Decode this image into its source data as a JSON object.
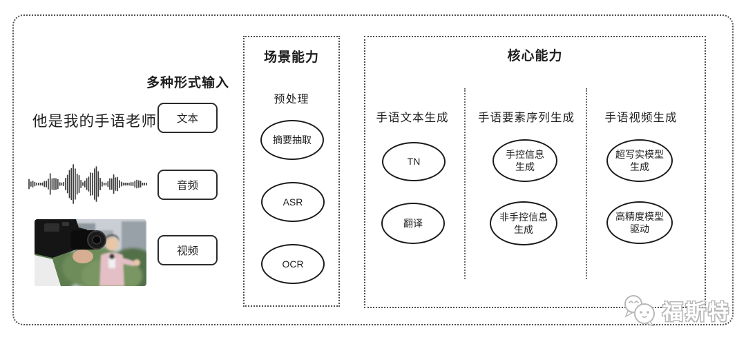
{
  "colors": {
    "ink": "#1f1f1f",
    "dotted_border": "#4f4f4f",
    "watermark_gray": "#b8b8b8",
    "photo_jacket_pink": "#e5bfc6",
    "photo_greenery": "#6d8c5a"
  },
  "input_section": {
    "header": "多种形式输入",
    "sentence": "他是我的手语老师",
    "items": [
      {
        "label": "文本"
      },
      {
        "label": "音频"
      },
      {
        "label": "视频"
      }
    ],
    "media": [
      {
        "name": "audio-waveform"
      },
      {
        "name": "video-thumbnail"
      }
    ]
  },
  "scene_capability": {
    "title": "场景能力",
    "subtitle": "预处理",
    "nodes": [
      "摘要抽取",
      "ASR",
      "OCR"
    ]
  },
  "core_capability": {
    "title": "核心能力",
    "columns": [
      {
        "header": "手语文本生成",
        "nodes": [
          "TN",
          "翻译"
        ]
      },
      {
        "header": "手语要素序列生成",
        "nodes": [
          "手控信息\n生成",
          "非手控信息\n生成"
        ]
      },
      {
        "header": "手语视频生成",
        "nodes": [
          "超写实模型\n生成",
          "高精度模型\n驱动"
        ]
      }
    ]
  },
  "watermark": {
    "text": "福斯特",
    "icon": "wechat-bubbles-icon"
  }
}
